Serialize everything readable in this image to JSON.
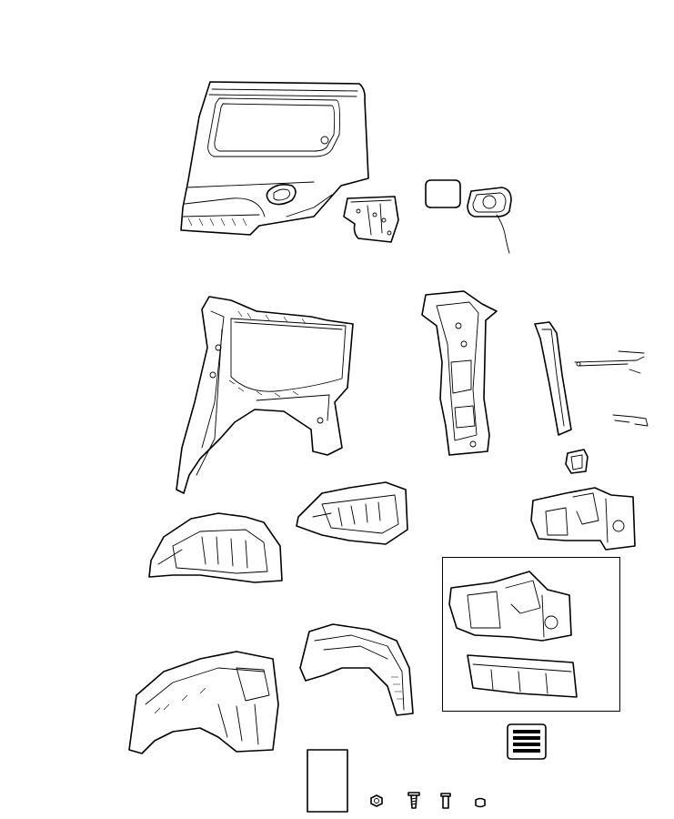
{
  "diagram": {
    "parts": [
      {
        "name": "quarter-panel-outer",
        "icon": "quarter-panel-outer-icon"
      },
      {
        "name": "extension-bracket",
        "icon": "extension-bracket-icon"
      },
      {
        "name": "fuel-door",
        "icon": "fuel-door-icon"
      },
      {
        "name": "fuel-filler-housing",
        "icon": "fuel-filler-housing-icon"
      },
      {
        "name": "quarter-panel-inner",
        "icon": "quarter-panel-inner-icon"
      },
      {
        "name": "d-pillar-reinforcement",
        "icon": "d-pillar-icon"
      },
      {
        "name": "c-pillar-trim",
        "icon": "c-pillar-trim-icon"
      },
      {
        "name": "wiring-bracket-upper",
        "icon": "wiring-bracket-icon"
      },
      {
        "name": "wiring-bracket-lower",
        "icon": "wiring-bracket-icon"
      },
      {
        "name": "latch-bracket",
        "icon": "latch-bracket-icon"
      },
      {
        "name": "rear-wheelhouse-extension",
        "icon": "wheelhouse-extension-icon"
      },
      {
        "name": "wheelhouse-outer",
        "icon": "wheelhouse-outer-icon"
      },
      {
        "name": "wheelhouse-inner",
        "icon": "wheelhouse-inner-icon"
      },
      {
        "name": "inset-extension-panel",
        "icon": "extension-panel-icon"
      },
      {
        "name": "inset-sill-reinforcement",
        "icon": "sill-reinforcement-icon"
      },
      {
        "name": "wheelhouse-complete",
        "icon": "wheelhouse-complete-icon"
      },
      {
        "name": "wheelhouse-liner",
        "icon": "wheelhouse-liner-icon"
      },
      {
        "name": "air-exhauster-vent",
        "icon": "vent-icon"
      },
      {
        "name": "sound-pad",
        "icon": "pad-icon"
      },
      {
        "name": "nut",
        "icon": "nut-icon"
      },
      {
        "name": "screw",
        "icon": "screw-icon"
      },
      {
        "name": "rivet",
        "icon": "rivet-icon"
      },
      {
        "name": "plug",
        "icon": "plug-icon"
      }
    ]
  }
}
